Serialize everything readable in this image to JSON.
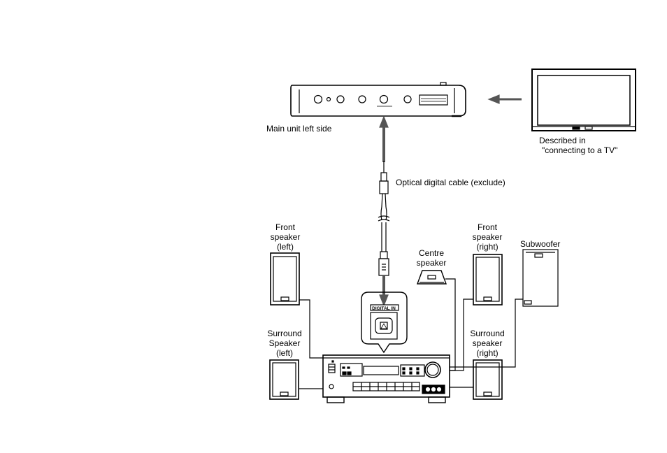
{
  "labels": {
    "main_unit": "Main unit left side",
    "tv_note_line1": "Described in",
    "tv_note_line2": "\"connecting to a TV\"",
    "optical_cable": "Optical digital cable (exclude)",
    "front_left_1": "Front",
    "front_left_2": "speaker",
    "front_left_3": "(left)",
    "centre_1": "Centre",
    "centre_2": "speaker",
    "front_right_1": "Front",
    "front_right_2": "speaker",
    "front_right_3": "(right)",
    "subwoofer": "Subwoofer",
    "surround_left_1": "Surround",
    "surround_left_2": "Speaker",
    "surround_left_3": "(left)",
    "surround_right_1": "Surround",
    "surround_right_2": "speaker",
    "surround_right_3": "(right)",
    "digital_in": "DIGITAL IN"
  },
  "icons": [
    "main-unit-icon",
    "tv-icon",
    "arrow-left-icon",
    "optical-plug-icon",
    "speaker-icon",
    "centre-speaker-icon",
    "subwoofer-icon",
    "receiver-icon",
    "digital-in-port-icon"
  ]
}
